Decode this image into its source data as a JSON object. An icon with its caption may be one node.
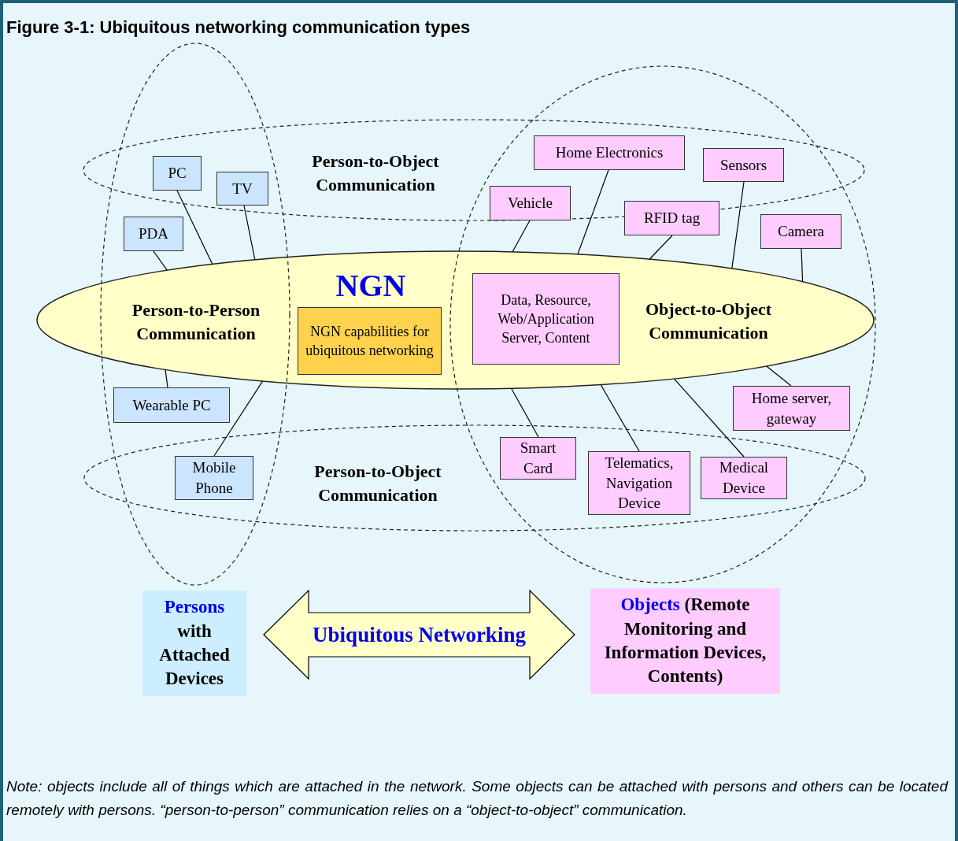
{
  "diagram": {
    "title": "Figure 3-1: Ubiquitous networking communication types",
    "caption": "Note: objects include all of things which are attached in the network. Some objects can be attached with persons and others can be located remotely with persons. “person-to-person” communication relies on a “object-to-object” communication.",
    "nodes": [
      {
        "text": [
          "NGN"
        ]
      },
      {
        "text": [
          "NGN capabilities for ubiquitous networking"
        ],
        "in": 0
      },
      {
        "text": [
          "Data, Resource, Web/Application Server, Content"
        ],
        "in": 0
      },
      {
        "text": [
          "PC"
        ]
      },
      {
        "text": [
          "TV"
        ]
      },
      {
        "text": [
          "PDA"
        ]
      },
      {
        "text": [
          "Wearable PC"
        ]
      },
      {
        "text": [
          "Mobile Phone"
        ]
      },
      {
        "text": [
          "Home Electronics"
        ]
      },
      {
        "text": [
          "Sensors"
        ]
      },
      {
        "text": [
          "Vehicle"
        ]
      },
      {
        "text": [
          "RFID tag"
        ]
      },
      {
        "text": [
          "Camera"
        ]
      },
      {
        "text": [
          "Home server, gateway"
        ]
      },
      {
        "text": [
          "Smart Card"
        ]
      },
      {
        "text": [
          "Telematics, Navigation Device"
        ]
      },
      {
        "text": [
          "Medical Device"
        ]
      },
      {
        "text": [
          "Persons",
          "with Attached Devices"
        ]
      },
      {
        "text": [
          "Objects",
          "(Remote Monitoring and Information Devices, Contents)"
        ]
      }
    ],
    "edges": [
      {
        "from": 3,
        "to": 0,
        "arrow": "none"
      },
      {
        "from": 4,
        "to": 0,
        "arrow": "none"
      },
      {
        "from": 5,
        "to": 0,
        "arrow": "none"
      },
      {
        "from": 6,
        "to": 0,
        "arrow": "none"
      },
      {
        "from": 7,
        "to": 0,
        "arrow": "none"
      },
      {
        "from": 8,
        "to": 0,
        "arrow": "none"
      },
      {
        "from": 9,
        "to": 0,
        "arrow": "none"
      },
      {
        "from": 10,
        "to": 0,
        "arrow": "none"
      },
      {
        "from": 11,
        "to": 0,
        "arrow": "none"
      },
      {
        "from": 12,
        "to": 0,
        "arrow": "none"
      },
      {
        "from": 13,
        "to": 0,
        "arrow": "none"
      },
      {
        "from": 14,
        "to": 0,
        "arrow": "none"
      },
      {
        "from": 15,
        "to": 0,
        "arrow": "none"
      },
      {
        "from": 16,
        "to": 0,
        "arrow": "none"
      },
      {
        "from": 17,
        "to": 18,
        "arrow": "both",
        "label": "Ubiquitous Networking"
      }
    ],
    "labels": [
      "Person-to-Object Communication",
      "Person-to-Person Communication",
      "Object-to-Object Communication",
      "Person-to-Object Communication"
    ]
  }
}
